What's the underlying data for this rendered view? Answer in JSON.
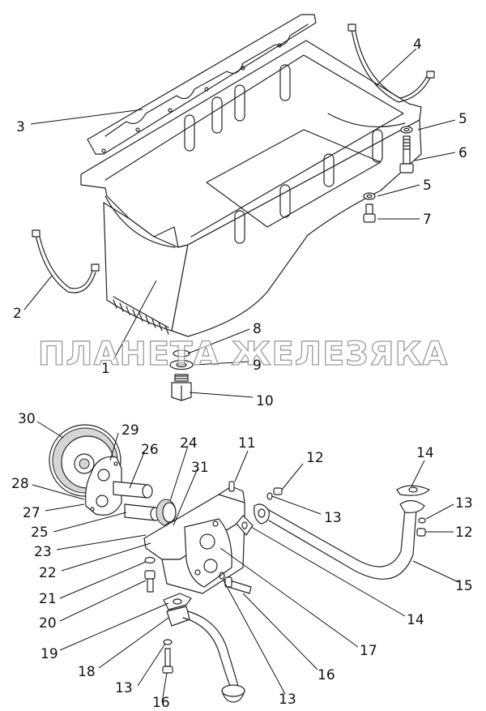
{
  "watermark": "ПЛАНЕТА ЖЕЛЕЗЯКА",
  "callouts": [
    {
      "id": "c1",
      "text": "1"
    },
    {
      "id": "c2",
      "text": "2"
    },
    {
      "id": "c3",
      "text": "3"
    },
    {
      "id": "c4",
      "text": "4"
    },
    {
      "id": "c5a",
      "text": "5"
    },
    {
      "id": "c6",
      "text": "6"
    },
    {
      "id": "c5b",
      "text": "5"
    },
    {
      "id": "c7",
      "text": "7"
    },
    {
      "id": "c8",
      "text": "8"
    },
    {
      "id": "c9",
      "text": "9"
    },
    {
      "id": "c10",
      "text": "10"
    },
    {
      "id": "c11",
      "text": "11"
    },
    {
      "id": "c12a",
      "text": "12"
    },
    {
      "id": "c13a",
      "text": "13"
    },
    {
      "id": "c14a",
      "text": "14"
    },
    {
      "id": "c13b",
      "text": "13"
    },
    {
      "id": "c12b",
      "text": "12"
    },
    {
      "id": "c15",
      "text": "15"
    },
    {
      "id": "c14b",
      "text": "14"
    },
    {
      "id": "c16a",
      "text": "16"
    },
    {
      "id": "c17",
      "text": "17"
    },
    {
      "id": "c13c",
      "text": "13"
    },
    {
      "id": "c16b",
      "text": "16"
    },
    {
      "id": "c13d",
      "text": "13"
    },
    {
      "id": "c18",
      "text": "18"
    },
    {
      "id": "c19",
      "text": "19"
    },
    {
      "id": "c20",
      "text": "20"
    },
    {
      "id": "c21",
      "text": "21"
    },
    {
      "id": "c22",
      "text": "22"
    },
    {
      "id": "c23",
      "text": "23"
    },
    {
      "id": "c24",
      "text": "24"
    },
    {
      "id": "c25",
      "text": "25"
    },
    {
      "id": "c26",
      "text": "26"
    },
    {
      "id": "c27",
      "text": "27"
    },
    {
      "id": "c28",
      "text": "28"
    },
    {
      "id": "c29",
      "text": "29"
    },
    {
      "id": "c30",
      "text": "30"
    },
    {
      "id": "c31",
      "text": "31"
    }
  ]
}
